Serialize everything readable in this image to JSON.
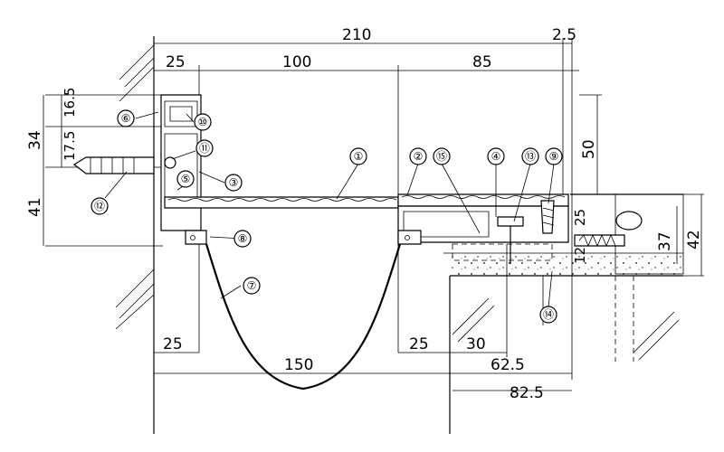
{
  "dimensions": {
    "top_total": "210",
    "top_right": "2.5",
    "top_seg_1": "25",
    "top_seg_2": "100",
    "top_seg_3": "85",
    "left_top_a": "16.5",
    "left_top_b": "17.5",
    "left_34": "34",
    "left_41": "41",
    "right_50": "50",
    "right_25": "25",
    "right_37": "37",
    "right_42": "42",
    "right_12": "12",
    "bottom_25_left": "25",
    "bottom_150": "150",
    "bottom_25_mid": "25",
    "bottom_30": "30",
    "bottom_62_5": "62.5",
    "bottom_82_5": "82.5"
  },
  "callouts": [
    "①",
    "②",
    "③",
    "④",
    "⑤",
    "⑥",
    "⑦",
    "⑧",
    "⑨",
    "⑩",
    "⑪",
    "⑫",
    "⑬",
    "⑭",
    "⑮"
  ]
}
